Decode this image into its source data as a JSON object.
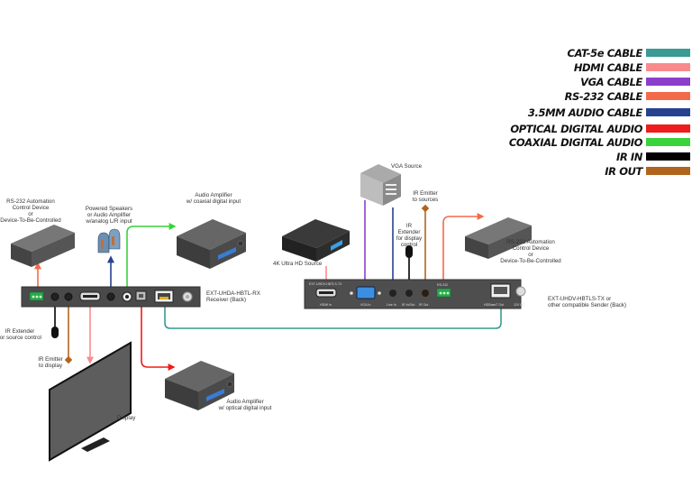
{
  "legend": [
    {
      "label": "CAT-5e CABLE",
      "color": "#3a9a94"
    },
    {
      "label": "HDMI CABLE",
      "color": "#f98b8d"
    },
    {
      "label": "VGA CABLE",
      "color": "#8a3fc9"
    },
    {
      "label": "RS-232 CABLE",
      "color": "#f36a4b"
    },
    {
      "label": "3.5MM AUDIO CABLE",
      "color": "#26418f"
    },
    {
      "label": "OPTICAL DIGITAL AUDIO",
      "color": "#ee1c1c"
    },
    {
      "label": "COAXIAL DIGITAL AUDIO",
      "color": "#39d33c"
    },
    {
      "label": "IR IN",
      "color": "#000000"
    },
    {
      "label": "IR OUT",
      "color": "#b0651f"
    }
  ],
  "devices": {
    "rs232_left": [
      "RS-232 Automation",
      "Control Device",
      "or",
      "Device-To-Be-Controlled"
    ],
    "speakers": [
      "Powered Speakers",
      "or Audio Amplifier",
      "w/analog L/R input"
    ],
    "amp_coax": [
      "Audio Amplifier",
      "w/ coaxial digital input"
    ],
    "receiver": [
      "EXT-UHDA-HBTL-RX",
      "Receiver (Back)"
    ],
    "ir_extender_rx": [
      "IR Extender",
      "for source control"
    ],
    "ir_emitter_rx": [
      "IR Emitter",
      "to display"
    ],
    "display": "Display",
    "amp_optical": [
      "Audio Amplifier",
      "w/ optical digital input"
    ],
    "vga_source": "VGA Source",
    "uhd_source": "4K Ultra HD Source",
    "ir_extender_tx": [
      "IR",
      "Extender",
      "for display",
      "control"
    ],
    "ir_emitter_tx": [
      "IR Emitter",
      "to sources"
    ],
    "rs232_right": [
      "RS-232 Automation",
      "Control Device",
      "or",
      "Device-To-Be-Controlled"
    ],
    "sender": [
      "EXT-UHDV-HBTLS-TX or",
      "other compatible Sender (Back)"
    ]
  },
  "sender_ports": {
    "model_tag": "EXT-UHDV-HBTLS-TX",
    "hdmi_in": "HDMI In",
    "vga_in": "VGA In",
    "line_in": "Line In",
    "ir_in_out": "IR In/Out",
    "ir_out": "IR Out",
    "rs232": "RS-232",
    "hdbaset_out": "HDBaseT Out",
    "dc": "12V DC"
  }
}
